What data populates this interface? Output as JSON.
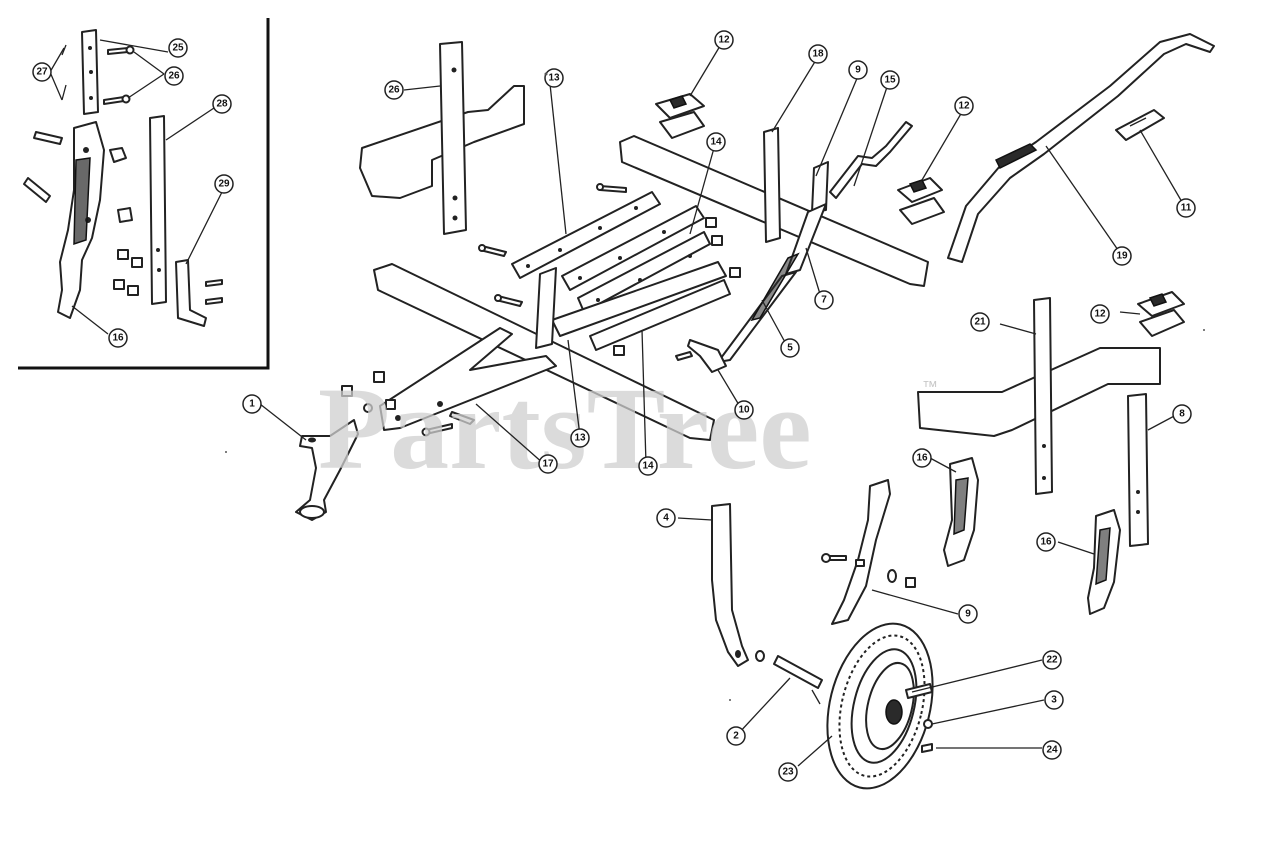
{
  "watermark": {
    "text": "PartsTree",
    "trademark": "™"
  },
  "callouts": [
    {
      "id": "c25",
      "label": "25"
    },
    {
      "id": "c26a",
      "label": "26"
    },
    {
      "id": "c27",
      "label": "27"
    },
    {
      "id": "c28",
      "label": "28"
    },
    {
      "id": "c29",
      "label": "29"
    },
    {
      "id": "c16a",
      "label": "16"
    },
    {
      "id": "c26b",
      "label": "26"
    },
    {
      "id": "c13a",
      "label": "13"
    },
    {
      "id": "c12a",
      "label": "12"
    },
    {
      "id": "c18",
      "label": "18"
    },
    {
      "id": "c9a",
      "label": "9"
    },
    {
      "id": "c15",
      "label": "15"
    },
    {
      "id": "c12b",
      "label": "12"
    },
    {
      "id": "c14a",
      "label": "14"
    },
    {
      "id": "c11",
      "label": "11"
    },
    {
      "id": "c19",
      "label": "19"
    },
    {
      "id": "c7",
      "label": "7"
    },
    {
      "id": "c5",
      "label": "5"
    },
    {
      "id": "c21",
      "label": "21"
    },
    {
      "id": "c12c",
      "label": "12"
    },
    {
      "id": "c1",
      "label": "1"
    },
    {
      "id": "c10",
      "label": "10"
    },
    {
      "id": "c13b",
      "label": "13"
    },
    {
      "id": "c14b",
      "label": "14"
    },
    {
      "id": "c17",
      "label": "17"
    },
    {
      "id": "c8",
      "label": "8"
    },
    {
      "id": "c16b",
      "label": "16"
    },
    {
      "id": "c16c",
      "label": "16"
    },
    {
      "id": "c4",
      "label": "4"
    },
    {
      "id": "c9b",
      "label": "9"
    },
    {
      "id": "c22",
      "label": "22"
    },
    {
      "id": "c3",
      "label": "3"
    },
    {
      "id": "c2",
      "label": "2"
    },
    {
      "id": "c24",
      "label": "24"
    },
    {
      "id": "c23",
      "label": "23"
    }
  ]
}
